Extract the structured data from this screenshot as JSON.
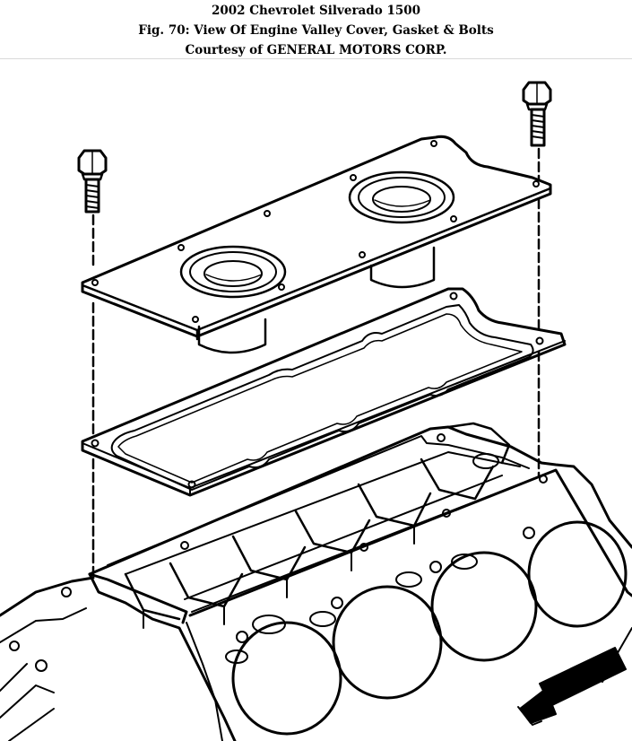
{
  "header": {
    "vehicle": "2002 Chevrolet Silverado 1500",
    "figure_caption": "Fig. 70: View Of Engine Valley Cover, Gasket & Bolts",
    "courtesy": "Courtesy of GENERAL MOTORS CORP."
  },
  "diagram": {
    "components": [
      "bolt-left",
      "bolt-right",
      "valley-cover",
      "valley-cover-gasket",
      "engine-block",
      "front-arrow"
    ],
    "line_color": "#000000",
    "background": "#ffffff"
  }
}
